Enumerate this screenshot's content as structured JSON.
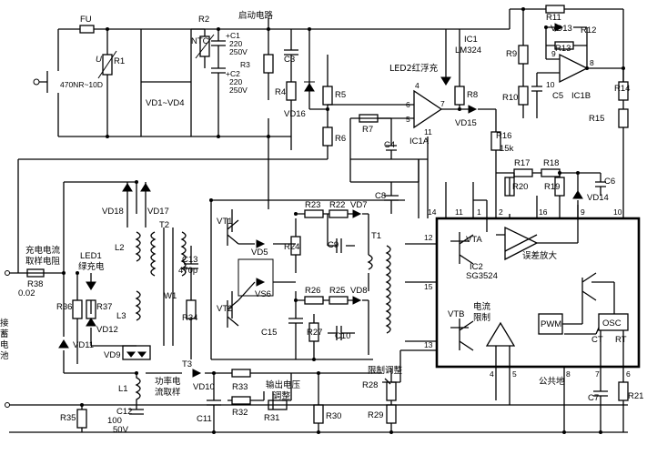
{
  "labels": {
    "fu": "FU",
    "r1": "R1",
    "u": "U",
    "varistor": "470NR~10D",
    "r2": "R2",
    "ntc": "NTC",
    "startup_circuit": "启动电路",
    "c1": "+C1",
    "c1_val": "220",
    "c1_v": "250V",
    "r3": "R3",
    "c2": "+C2",
    "c2_val": "220",
    "c2_v": "250V",
    "vd1_4": "VD1~VD4",
    "c3": "C3",
    "r4": "R4",
    "vd16": "VD16",
    "r5": "R5",
    "r6": "R6",
    "r7": "R7",
    "c4": "C4",
    "ic1": "IC1",
    "lm324": "LM324",
    "led2": "LED2红浮充",
    "r8": "R8",
    "vd15": "VD15",
    "ic1a": "IC1A",
    "r16": "R16",
    "r16_val": "15k",
    "r9": "R9",
    "r10": "R10",
    "r11": "R11",
    "vd13": "VD13",
    "r12": "R12",
    "r13": "R13",
    "c5": "C5",
    "ic1b": "IC1B",
    "r14": "R14",
    "r15": "R15",
    "r17": "R17",
    "r18": "R18",
    "c6": "C6",
    "r20": "R20",
    "r19": "R19",
    "vd14": "VD14",
    "c8": "C8",
    "vd18": "VD18",
    "vd17": "VD17",
    "t2": "T2",
    "l2": "L2",
    "led1": "LED1",
    "led1_desc": "绿充电",
    "charge_sense_1": "充电电流",
    "charge_sense_2": "取样电阻",
    "r38": "R38",
    "r38_val": "0.02",
    "r36": "R36",
    "r37": "R37",
    "vd12": "VD12",
    "l3": "L3",
    "vd11": "VD11",
    "vd9": "VD9",
    "l1": "L1",
    "c12": "C12",
    "c12_val": "100",
    "c12_v": "50V",
    "r35": "R35",
    "battery_1": "接",
    "battery_2": "蓄",
    "battery_3": "电",
    "battery_4": "池",
    "c13": "C13",
    "c13_val": "470p",
    "w1": "W1",
    "r34": "R34",
    "vt1": "VT1",
    "vt2": "VT2",
    "vd5": "VD5",
    "vs6": "VS6",
    "r24": "R24",
    "r23": "R23",
    "r22": "R22",
    "vd7": "VD7",
    "c9": "C9",
    "t1": "T1",
    "r26": "R26",
    "r25": "R25",
    "vd8": "VD8",
    "c15": "C15",
    "r27": "R27",
    "c10": "C10",
    "t3": "T3",
    "power_sense_1": "功率电",
    "power_sense_2": "流取样",
    "vd10": "VD10",
    "r33": "R33",
    "r32": "R32",
    "c11": "C11",
    "output_adj_1": "输出电压",
    "output_adj_2": "调整",
    "r31": "R31",
    "r30": "R30",
    "limit_adj": "限制调整",
    "r28": "R28",
    "r29": "R29",
    "ic2": "IC2",
    "sg3524": "SG3524",
    "vta": "VTA",
    "vtb": "VTB",
    "error_amp": "误差放大",
    "current_limit_1": "电流",
    "current_limit_2": "限制",
    "pwm": "PWM",
    "osc": "OSC",
    "ct": "CT",
    "rt": "RT",
    "common_ground": "公共地",
    "c7": "C7",
    "r21": "R21"
  },
  "pins": {
    "p14": "14",
    "p11": "11",
    "p1": "1",
    "p2": "2",
    "p16": "16",
    "p9": "9",
    "p10": "10",
    "p12": "12",
    "p15": "15",
    "p13": "13",
    "p4": "4",
    "p5": "5",
    "p8": "8",
    "p7": "7",
    "p6": "6",
    "opa_4": "4",
    "opa_6": "6",
    "opa_5": "5",
    "opa_7": "7",
    "opa_11": "11",
    "opb_9": "9",
    "opb_8": "8",
    "opb_10": "10"
  }
}
